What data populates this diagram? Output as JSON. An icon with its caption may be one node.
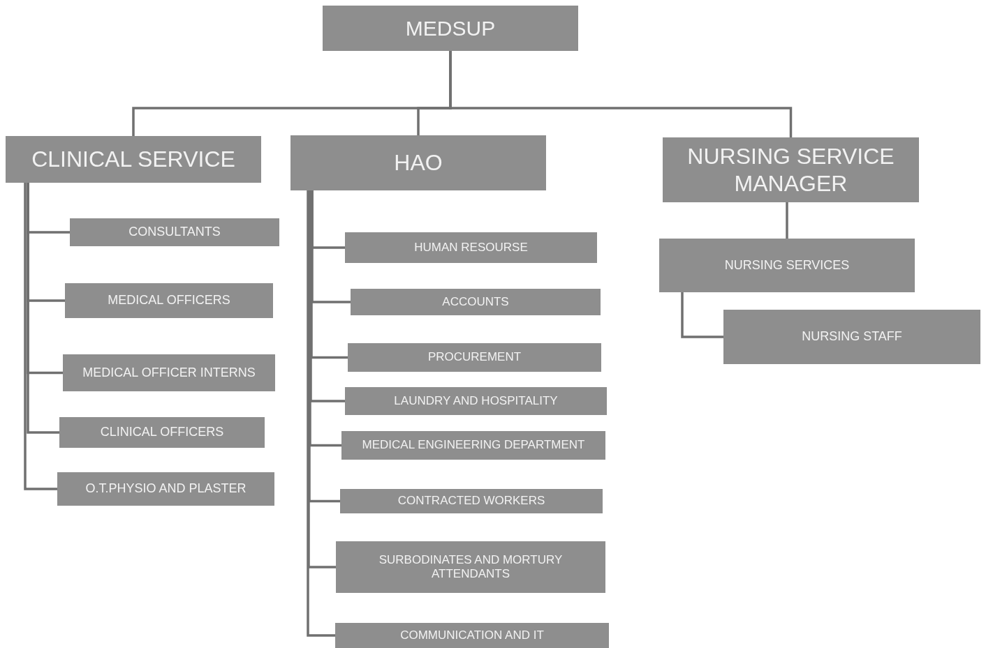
{
  "diagram": {
    "nodes": [
      {
        "text": [
          "MEDSUP"
        ]
      },
      {
        "text": [
          "CLINICAL SERVICE"
        ]
      },
      {
        "text": [
          "HAO"
        ]
      },
      {
        "text": [
          "NURSING SERVICE MANAGER"
        ]
      },
      {
        "text": [
          "CONSULTANTS"
        ]
      },
      {
        "text": [
          "MEDICAL OFFICERS"
        ]
      },
      {
        "text": [
          "MEDICAL OFFICER INTERNS"
        ]
      },
      {
        "text": [
          "CLINICAL OFFICERS"
        ]
      },
      {
        "text": [
          "O.T.PHYSIO AND PLASTER"
        ]
      },
      {
        "text": [
          "HUMAN RESOURSE"
        ]
      },
      {
        "text": [
          "ACCOUNTS"
        ]
      },
      {
        "text": [
          "PROCUREMENT"
        ]
      },
      {
        "text": [
          "LAUNDRY AND HOSPITALITY"
        ]
      },
      {
        "text": [
          "MEDICAL ENGINEERING DEPARTMENT"
        ]
      },
      {
        "text": [
          "CONTRACTED WORKERS"
        ]
      },
      {
        "text": [
          "SURBODINATES AND MORTURY ATTENDANTS"
        ]
      },
      {
        "text": [
          "COMMUNICATION AND IT"
        ]
      },
      {
        "text": [
          "NURSING SERVICES"
        ]
      },
      {
        "text": [
          "NURSING STAFF"
        ]
      }
    ],
    "edges": [
      {
        "from": 0,
        "to": 1,
        "arrow": "none"
      },
      {
        "from": 0,
        "to": 2,
        "arrow": "none"
      },
      {
        "from": 0,
        "to": 3,
        "arrow": "none"
      },
      {
        "from": 1,
        "to": 4,
        "arrow": "none"
      },
      {
        "from": 1,
        "to": 5,
        "arrow": "none"
      },
      {
        "from": 1,
        "to": 6,
        "arrow": "none"
      },
      {
        "from": 1,
        "to": 7,
        "arrow": "none"
      },
      {
        "from": 1,
        "to": 8,
        "arrow": "none"
      },
      {
        "from": 2,
        "to": 9,
        "arrow": "none"
      },
      {
        "from": 2,
        "to": 10,
        "arrow": "none"
      },
      {
        "from": 2,
        "to": 11,
        "arrow": "none"
      },
      {
        "from": 2,
        "to": 12,
        "arrow": "none"
      },
      {
        "from": 2,
        "to": 13,
        "arrow": "none"
      },
      {
        "from": 2,
        "to": 14,
        "arrow": "none"
      },
      {
        "from": 2,
        "to": 15,
        "arrow": "none"
      },
      {
        "from": 2,
        "to": 16,
        "arrow": "none"
      },
      {
        "from": 3,
        "to": 17,
        "arrow": "none"
      },
      {
        "from": 17,
        "to": 18,
        "arrow": "none"
      }
    ]
  }
}
